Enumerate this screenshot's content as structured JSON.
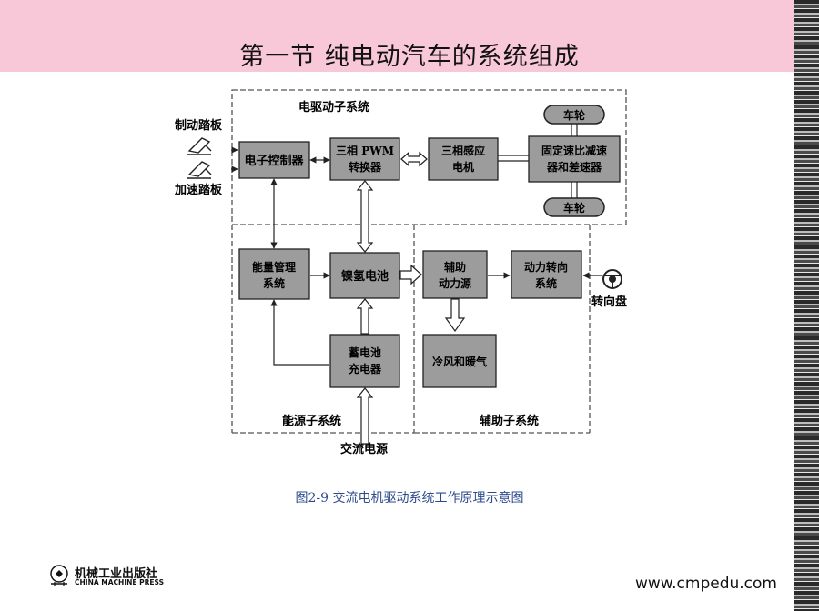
{
  "header": {
    "title": "第一节    纯电动汽车的系统组成",
    "bg_color": "#f9c8d8"
  },
  "diagram": {
    "regions": {
      "drive": "电驱动子系统",
      "energy": "能源子系统",
      "aux": "辅助子系统"
    },
    "inputs": {
      "brake_pedal": "制动踏板",
      "accel_pedal": "加速踏板",
      "ac_power": "交流电源",
      "steering_wheel": "转向盘"
    },
    "blocks": {
      "controller": "电子控制器",
      "pwm_line1": "三相 PWM",
      "pwm_line2": "转换器",
      "motor_line1": "三相感应",
      "motor_line2": "电机",
      "gear_line1": "固定速比减速",
      "gear_line2": "器和差速器",
      "wheel_top": "车轮",
      "wheel_bottom": "车轮",
      "energy_mgmt_line1": "能量管理",
      "energy_mgmt_line2": "系统",
      "battery": "镍氢电池",
      "charger_line1": "蓄电池",
      "charger_line2": "充电器",
      "aux_power_line1": "辅助",
      "aux_power_line2": "动力源",
      "power_steering_line1": "动力转向",
      "power_steering_line2": "系统",
      "hvac": "冷风和暖气"
    }
  },
  "caption": "图2-9    交流电机驱动系统工作原理示意图",
  "footer": {
    "logo_cn": "机械工业出版社",
    "logo_en": "CHINA MACHINE PRESS",
    "website": "www.cmpedu.com"
  }
}
